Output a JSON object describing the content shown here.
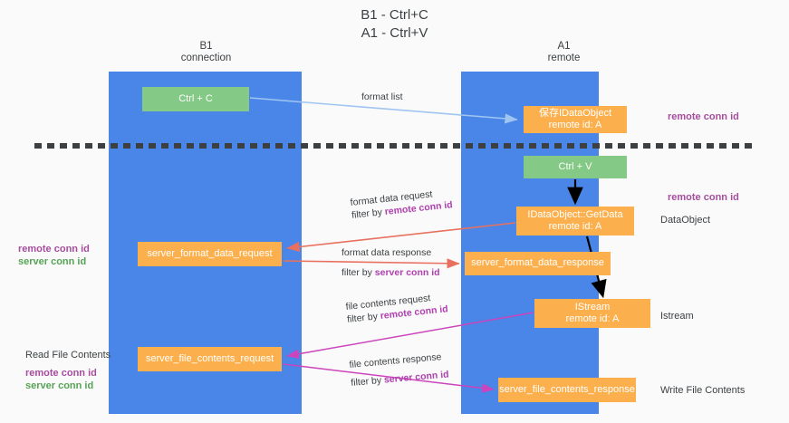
{
  "title": {
    "line1": "B1 - Ctrl+C",
    "line2": "A1 - Ctrl+V"
  },
  "lanes": [
    {
      "id": "b1",
      "name": "B1",
      "role": "connection"
    },
    {
      "id": "a1",
      "name": "A1",
      "role": "remote"
    }
  ],
  "boxes": {
    "ctrl_c": "Ctrl + C",
    "save_idataobject_l1": "保存IDataObject",
    "save_idataobject_l2": "remote id: A",
    "ctrl_v": "Ctrl + V",
    "getdata_l1": "IDataObject::GetData",
    "getdata_l2": "remote id: A",
    "server_format_data_request": "server_format_data_request",
    "server_format_data_response": "server_format_data_response",
    "istream_l1": "IStream",
    "istream_l2": "remote id: A",
    "server_file_contents_request": "server_file_contents_request",
    "server_file_contents_response": "server_file_contents_response"
  },
  "notes": {
    "remote_conn_id_top": "remote conn id",
    "remote_conn_id_mid": "remote conn id",
    "dataobject": "DataObject",
    "istream": "Istream",
    "write_file_contents": "Write File Contents",
    "read_file_contents": "Read File Contents",
    "remote_conn_id_left": "remote conn id",
    "server_conn_id_left": "server conn id",
    "remote_conn_id_left2": "remote conn id",
    "server_conn_id_left2": "server conn id"
  },
  "edges": {
    "format_list": "format list",
    "format_data_request_l1": "format data request",
    "format_data_request_filter_prefix": "filter by ",
    "format_data_request_filter_key": "remote conn id",
    "format_data_response_l1": "format data response",
    "format_data_response_filter_prefix": "filter by ",
    "format_data_response_filter_key": "server conn id",
    "file_contents_request_l1": "file contents request",
    "file_contents_request_filter_prefix": "filter by ",
    "file_contents_request_filter_key": "remote conn id",
    "file_contents_response_l1": "file contents response",
    "file_contents_response_filter_prefix": "filter by ",
    "file_contents_response_filter_key": "server conn id"
  },
  "colors": {
    "lane": "#4a86e8",
    "green_box": "#84c985",
    "orange_box": "#fbb04d",
    "purple_text": "#a64d9e",
    "green_text": "#56a356",
    "arrow_blue": "#9fc5f0",
    "arrow_red": "#e8705f",
    "arrow_magenta": "#cc44bb",
    "arrow_black": "#000000",
    "background": "#fafafa"
  }
}
